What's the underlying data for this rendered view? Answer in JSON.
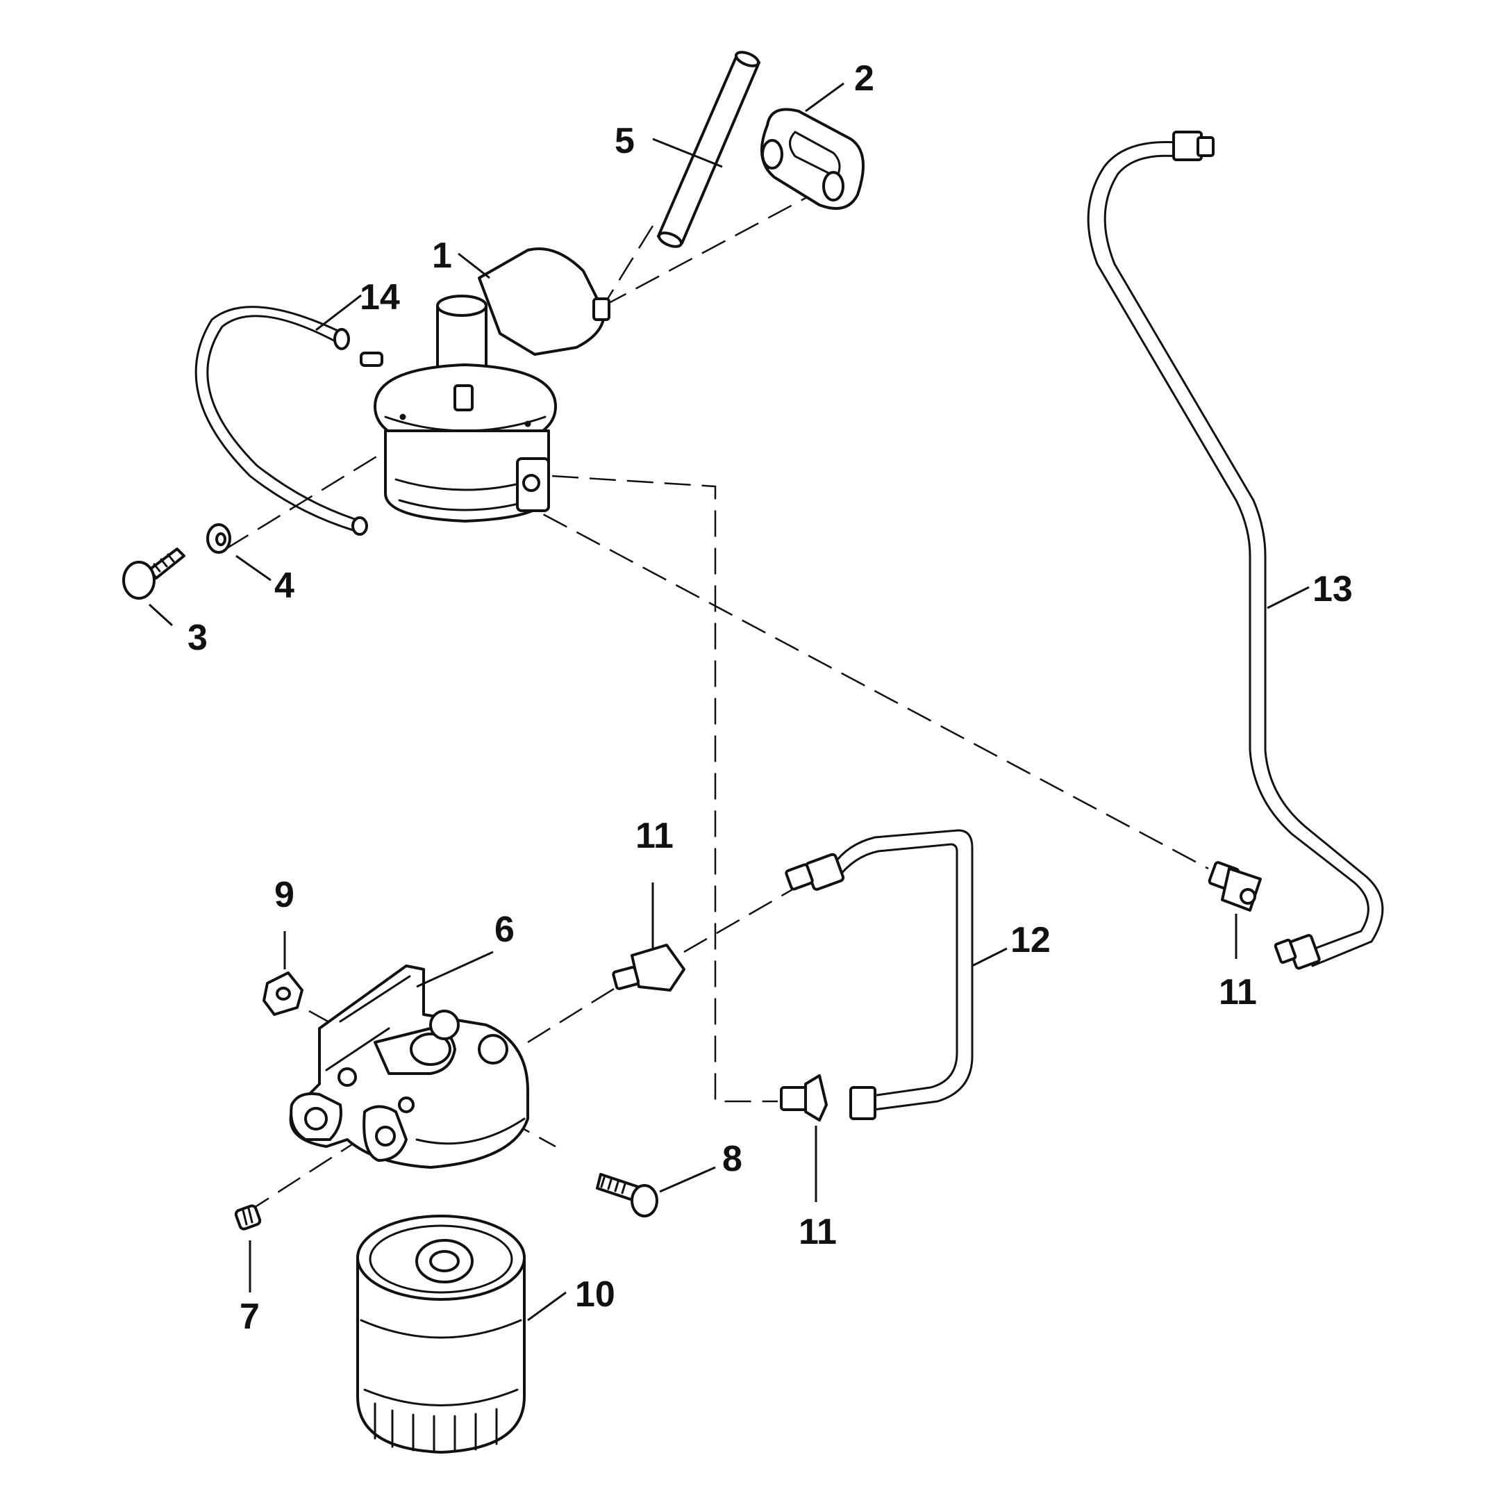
{
  "callouts": [
    "1",
    "2",
    "3",
    "4",
    "5",
    "6",
    "7",
    "8",
    "9",
    "10",
    "11",
    "12",
    "13",
    "14"
  ],
  "colors": {
    "line": "#111111",
    "background": "#ffffff"
  }
}
